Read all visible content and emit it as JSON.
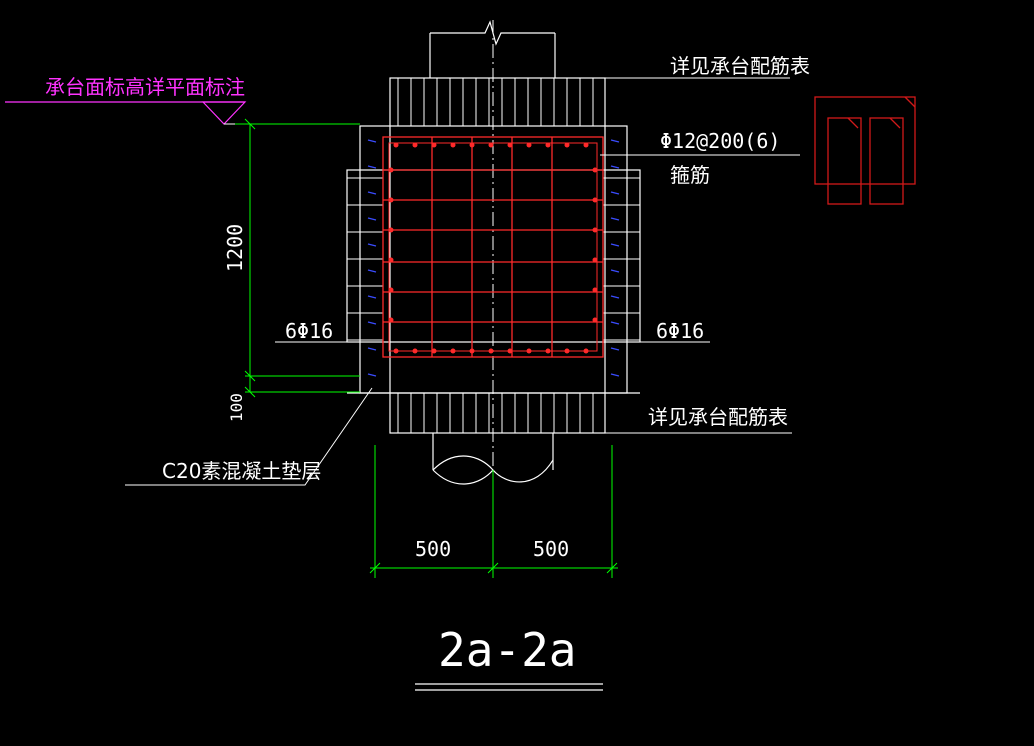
{
  "drawing": {
    "section_title": "2a-2a",
    "labels": {
      "cap_elevation_note": "承台面标高详平面标注",
      "top_rebar_note": "详见承台配筋表",
      "bottom_rebar_note": "详见承台配筋表",
      "stirrup_spec": "Φ12@200(6)",
      "stirrup_name": "箍筋",
      "side_bars_left": "6Φ16",
      "side_bars_right": "6Φ16",
      "cushion_note": "C20素混凝土垫层"
    },
    "dimensions": {
      "height": "1200",
      "cushion_thickness": "100",
      "left_half_width": "500",
      "right_half_width": "500"
    },
    "colors": {
      "background": "#000000",
      "lines": "#ffffff",
      "rebar": "#ff2a2a",
      "dimension": "#00ff00",
      "elevation_note": "#ff33ff",
      "tie_bars": "#3a4cff",
      "stirrup_detail": "#d11a1a"
    }
  }
}
